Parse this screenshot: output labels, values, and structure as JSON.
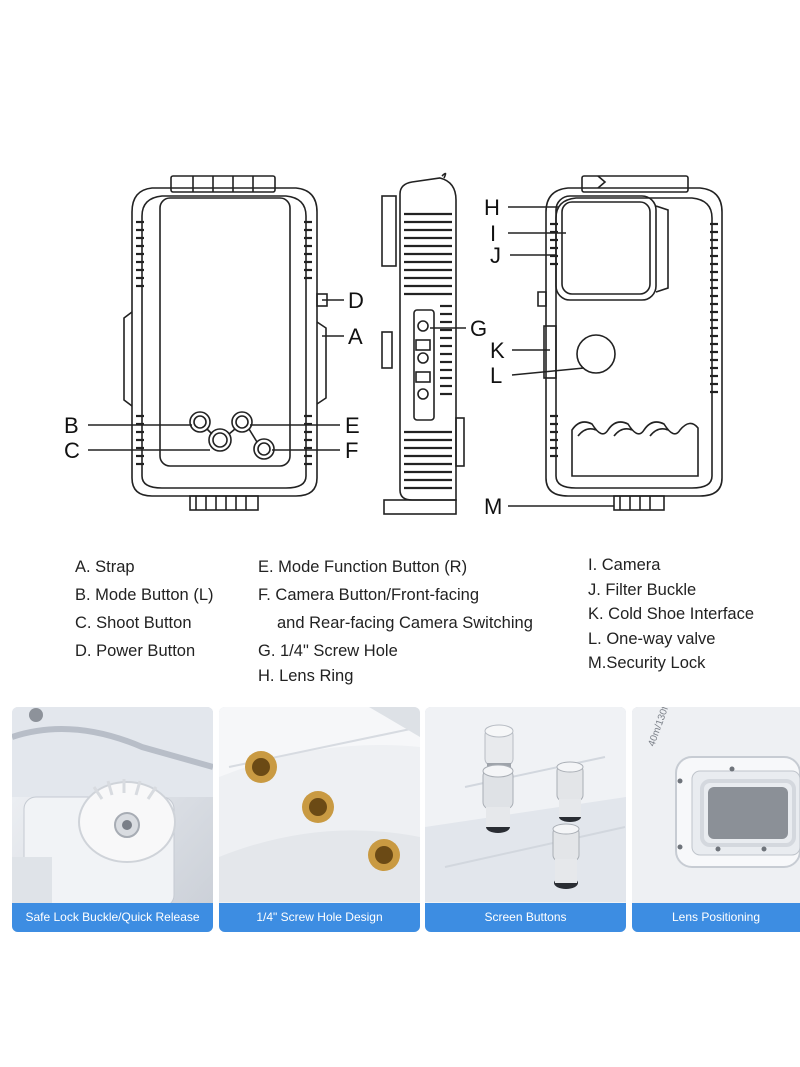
{
  "callouts": {
    "a": "A",
    "b": "B",
    "c": "C",
    "d": "D",
    "e": "E",
    "f": "F",
    "g": "G",
    "h": "H",
    "i": "I",
    "j": "J",
    "k": "K",
    "l": "L",
    "m": "M"
  },
  "legend": {
    "col1": [
      "A. Strap",
      "B. Mode Button (L)",
      "C. Shoot Button",
      "D. Power Button"
    ],
    "col2": [
      "E. Mode Function Button (R)",
      "F. Camera Button/Front-facing",
      "and Rear-facing Camera Switching",
      "G. 1/4\" Screw Hole",
      "H. Lens Ring"
    ],
    "col3": [
      "I. Camera",
      "J. Filter Buckle",
      "K. Cold Shoe Interface",
      "L. One-way valve",
      "M.Security Lock"
    ]
  },
  "photos": [
    {
      "caption": "Safe Lock Buckle/Quick Release"
    },
    {
      "caption": "1/4\"  Screw Hole Design"
    },
    {
      "caption": "Screen Buttons"
    },
    {
      "caption": "Lens Positioning",
      "engraving": "40m/130ft"
    }
  ]
}
